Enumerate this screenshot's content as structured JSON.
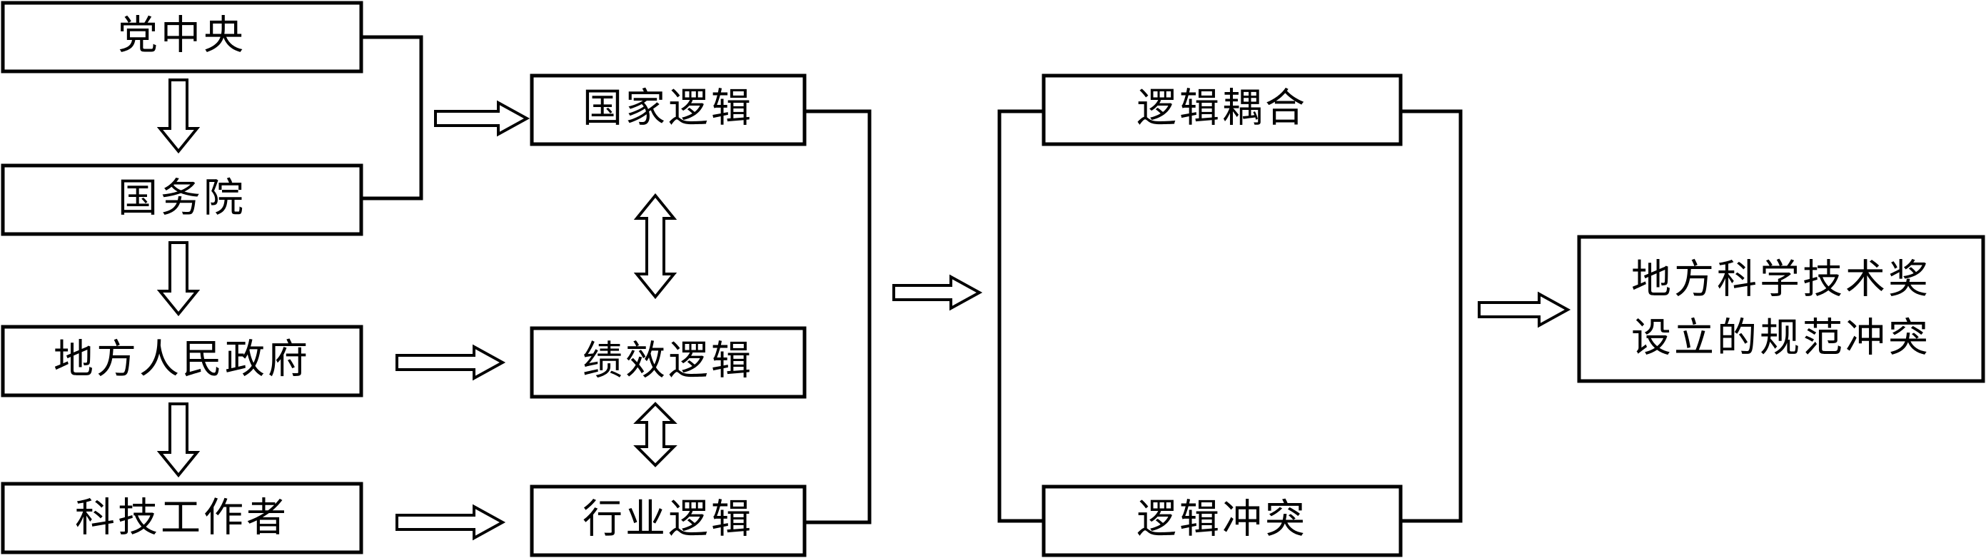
{
  "left_column": {
    "central_committee": "党中央",
    "state_council": "国务院",
    "local_government": "地方人民政府",
    "sci_tech_workers": "科技工作者"
  },
  "logics": {
    "state_logic": "国家逻辑",
    "performance_logic": "绩效逻辑",
    "industry_logic": "行业逻辑"
  },
  "interaction": {
    "coupling": "逻辑耦合",
    "conflict": "逻辑冲突"
  },
  "result": {
    "line1": "地方科学技术奖",
    "line2": "设立的规范冲突"
  }
}
